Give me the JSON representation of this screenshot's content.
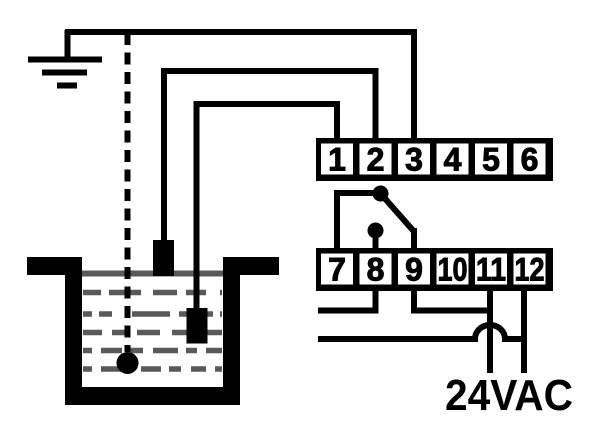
{
  "diagram": {
    "kind": "level-sensor-wiring-diagram"
  },
  "colors": {
    "ink": "#000000",
    "liquid": "#58595b",
    "background": "#ffffff"
  },
  "terminal_block_top": {
    "labels": [
      "1",
      "2",
      "3",
      "4",
      "5",
      "6"
    ]
  },
  "terminal_block_bottom": {
    "labels": [
      "7",
      "8",
      "9",
      "10",
      "11",
      "12"
    ]
  },
  "power": {
    "label": "24VAC"
  }
}
